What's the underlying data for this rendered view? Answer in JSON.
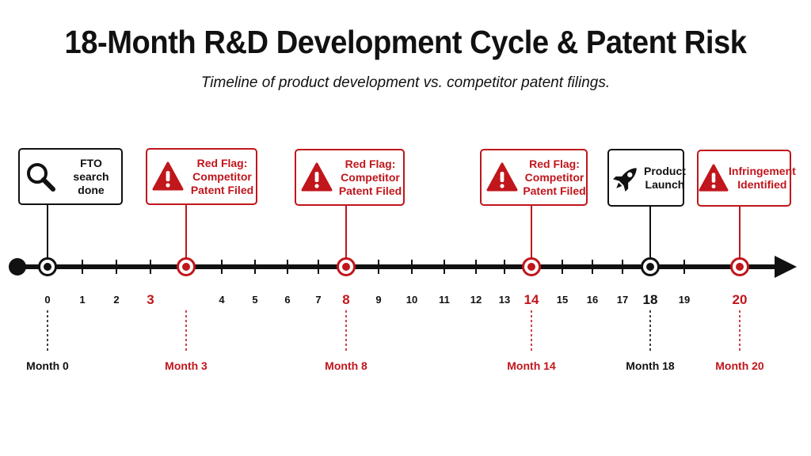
{
  "title": "18-Month R&D Development Cycle & Patent Risk",
  "subtitle": "Timeline of product development vs. competitor patent filings.",
  "colors": {
    "black": "#111111",
    "red": "#c0161c"
  },
  "axis": {
    "min": 0,
    "max": 20,
    "ticks": [
      0,
      1,
      2,
      3,
      4,
      5,
      6,
      7,
      8,
      9,
      10,
      11,
      12,
      13,
      14,
      15,
      16,
      17,
      18,
      19,
      20
    ]
  },
  "events": [
    {
      "month": 0,
      "tone": "black",
      "icon": "magnifier-icon",
      "card_text": "FTO search\ndone",
      "label": "Month 0"
    },
    {
      "month": 3,
      "tone": "red",
      "icon": "warning-icon",
      "card_text": "Red Flag:\nCompetitor\nPatent Filed",
      "label": "Month 3"
    },
    {
      "month": 8,
      "tone": "red",
      "icon": "warning-icon",
      "card_text": "Red Flag:\nCompetitor\nPatent Filed",
      "label": "Month 8"
    },
    {
      "month": 14,
      "tone": "red",
      "icon": "warning-icon",
      "card_text": "Red Flag:\nCompetitor\nPatent Filed",
      "label": "Month 14"
    },
    {
      "month": 18,
      "tone": "black",
      "icon": "rocket-icon",
      "card_text": "Product\nLaunch",
      "label": "Month 18"
    },
    {
      "month": 20,
      "tone": "red",
      "icon": "warning-icon",
      "card_text": "Infringement\nIdentified",
      "label": "Month 20"
    }
  ]
}
